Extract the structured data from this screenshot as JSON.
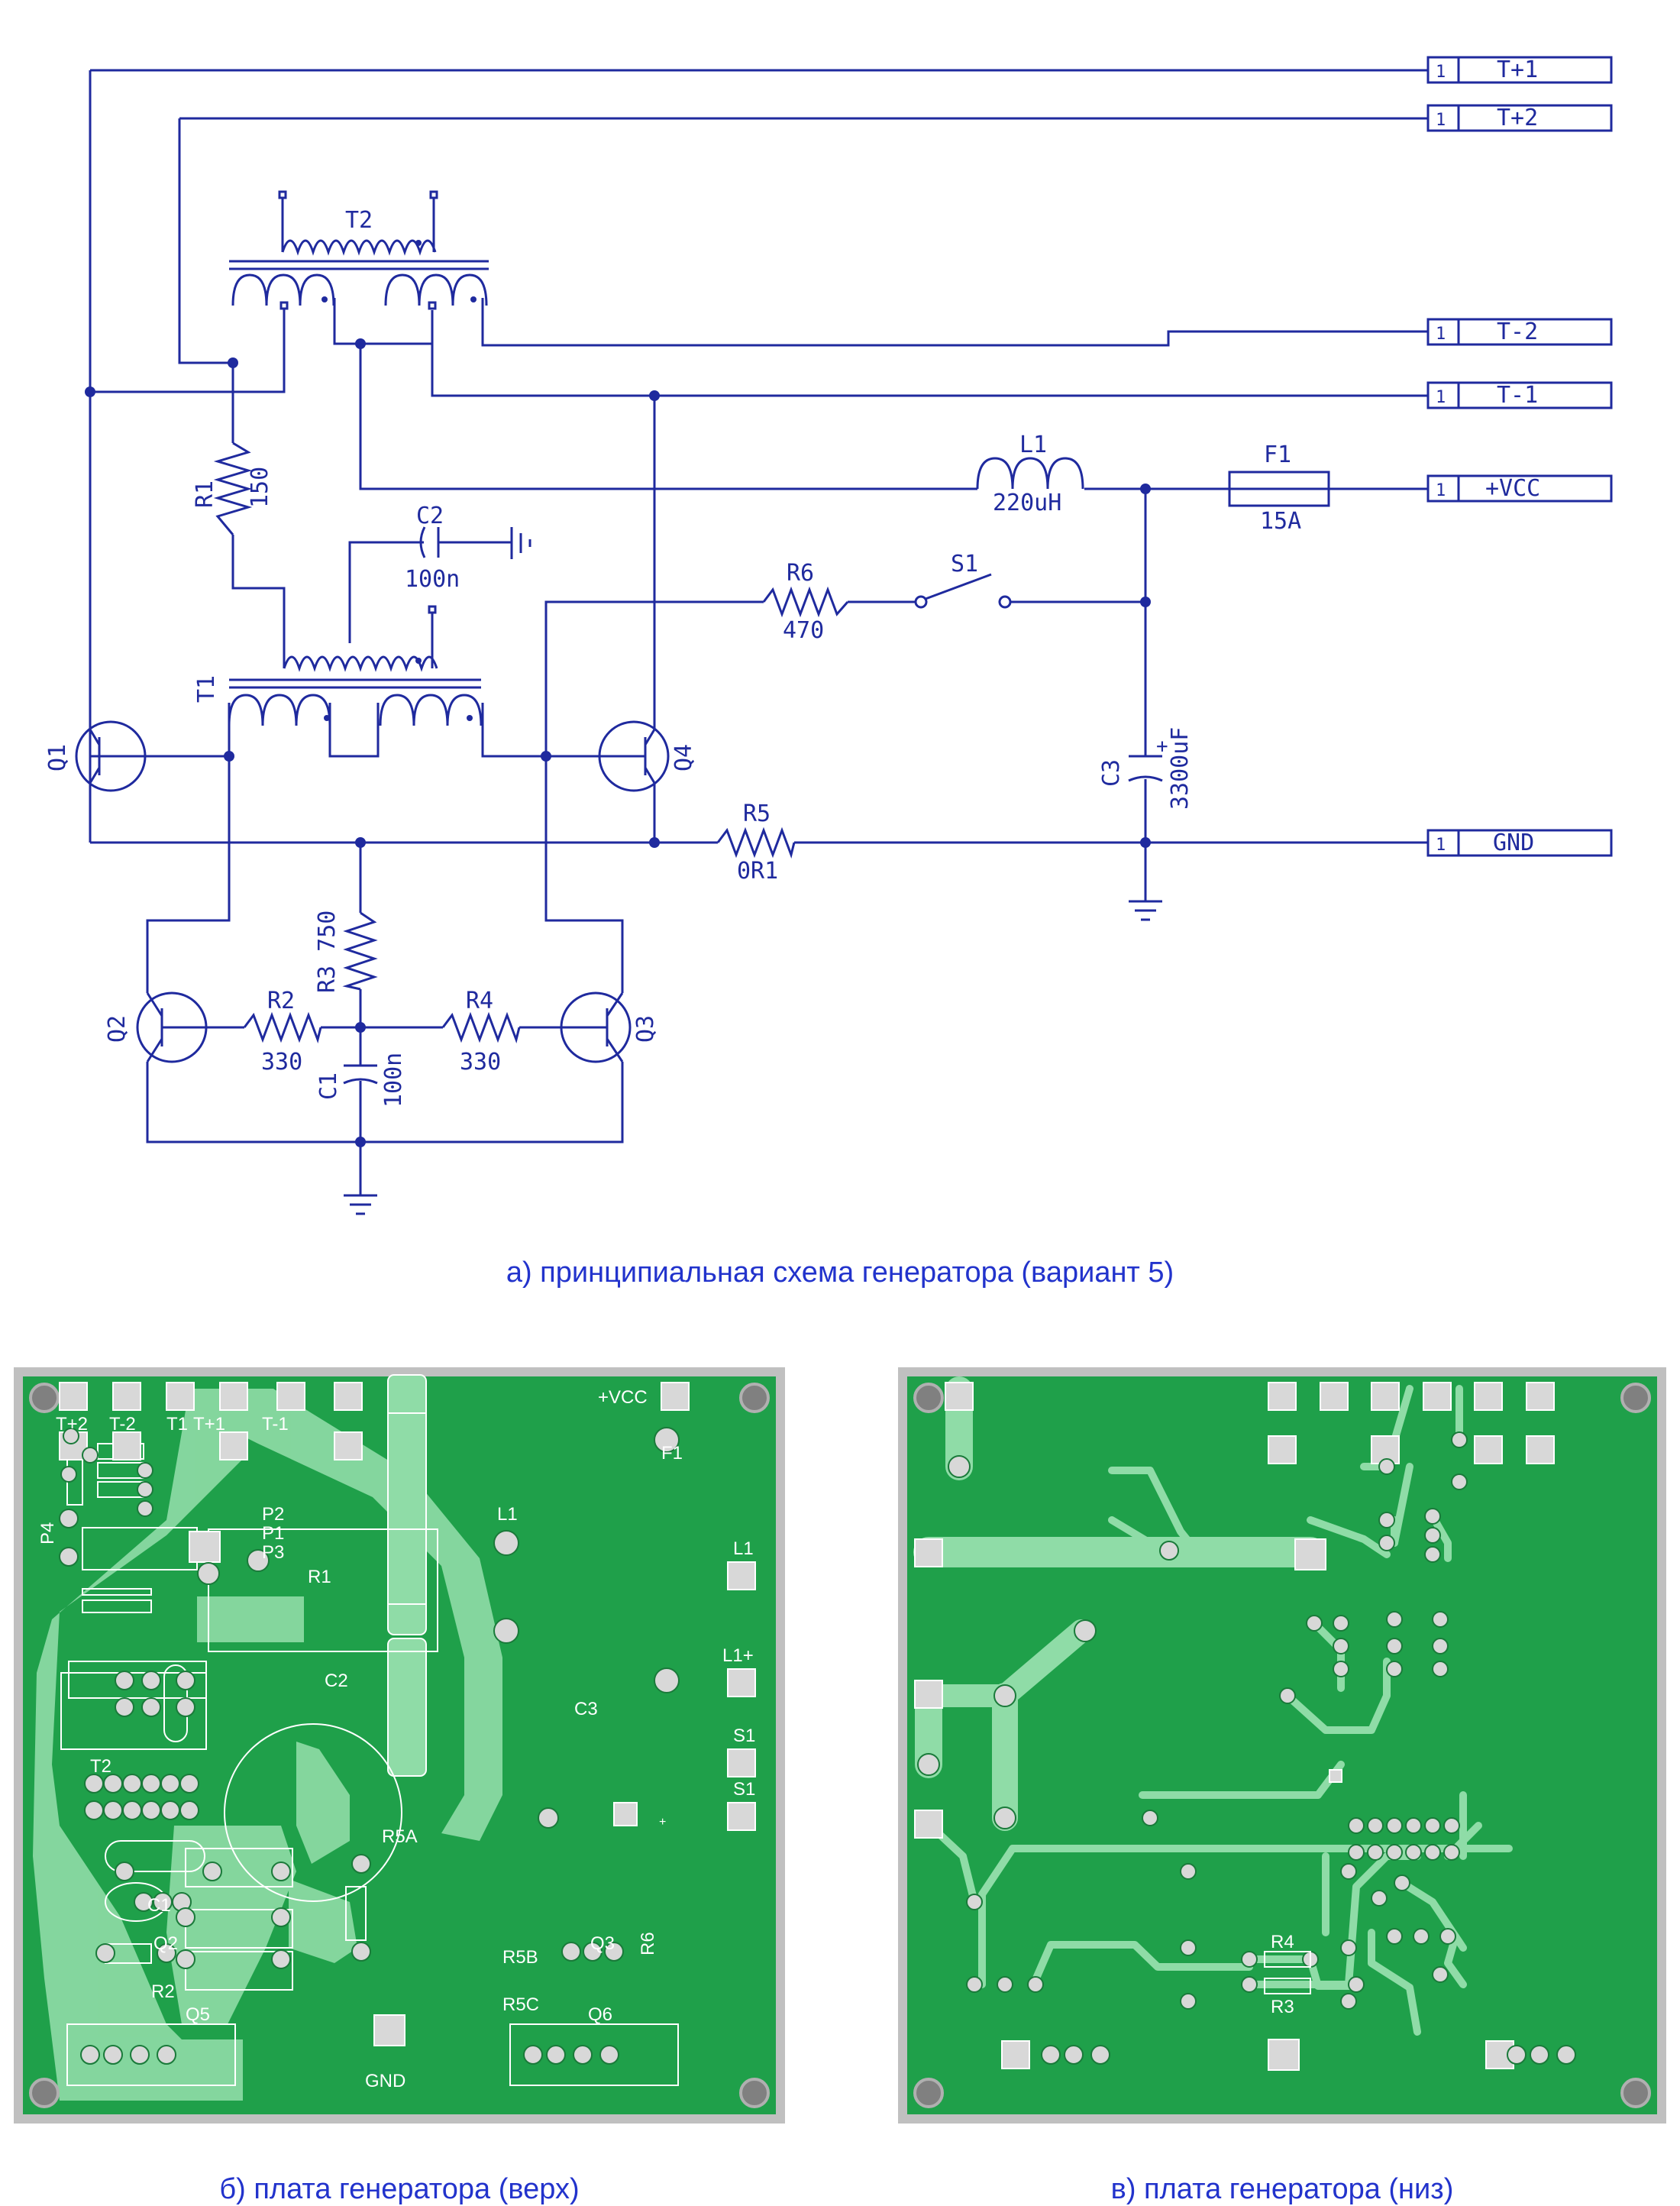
{
  "schematic": {
    "connectors": [
      {
        "pin": "1",
        "label": "T+1"
      },
      {
        "pin": "1",
        "label": "T+2"
      },
      {
        "pin": "1",
        "label": "T-2"
      },
      {
        "pin": "1",
        "label": "T-1"
      },
      {
        "pin": "1",
        "label": "+VCC"
      },
      {
        "pin": "1",
        "label": "GND"
      }
    ],
    "components": {
      "T2": "T2",
      "T1": "T1",
      "R1": "R1",
      "R1_val": "150",
      "C2": "C2",
      "C2_val": "100n",
      "L1": "L1",
      "L1_val": "220uH",
      "F1": "F1",
      "F1_val": "15A",
      "R6": "R6",
      "R6_val": "470",
      "S1": "S1",
      "C3": "C3",
      "C3_val": "3300uF",
      "C3_plus": "+",
      "R5": "R5",
      "R5_val": "0R1",
      "Q1": "Q1",
      "Q2": "Q2",
      "Q3": "Q3",
      "Q4": "Q4",
      "R3": "R3 750",
      "R2": "R2",
      "R2_val": "330",
      "R4": "R4",
      "R4_val": "330",
      "C1": "C1",
      "C1_val": "100n"
    }
  },
  "captions": {
    "a": "а) принципиальная схема генератора (вариант 5)",
    "b": "б) плата генератора (верх)",
    "c": "в) плата генератора (низ)"
  },
  "pcb_top": {
    "labels": {
      "tp2": "T+2",
      "tm2": "T-2",
      "t1": "T1",
      "tp1": "T+1",
      "tm1": "T-1",
      "vcc": "+VCC",
      "f1": "F1",
      "l1": "L1",
      "l1b": "L1",
      "l1p": "L1+",
      "p2": "P2",
      "p1": "P1",
      "p3": "P3",
      "p4": "P4",
      "r1": "R1",
      "c2": "C2",
      "c3": "C3",
      "t2": "T2",
      "s1a": "S1",
      "s1b": "S1",
      "r5a": "R5A",
      "r5b": "R5B",
      "r5c": "R5C",
      "c1": "C1",
      "q2": "Q2",
      "r2": "R2",
      "q3": "Q3",
      "r6": "R6",
      "q5": "Q5",
      "q6": "Q6",
      "gnd": "GND",
      "plus": "+"
    }
  },
  "pcb_bottom": {
    "labels": {
      "r4": "R4",
      "r3": "R3"
    }
  },
  "colors": {
    "wire": "#1f2a9e",
    "board_green": "#1fa04a",
    "board_border": "#c0c0c0",
    "copper_fill": "#8fdca7",
    "caption": "#2233cc"
  }
}
